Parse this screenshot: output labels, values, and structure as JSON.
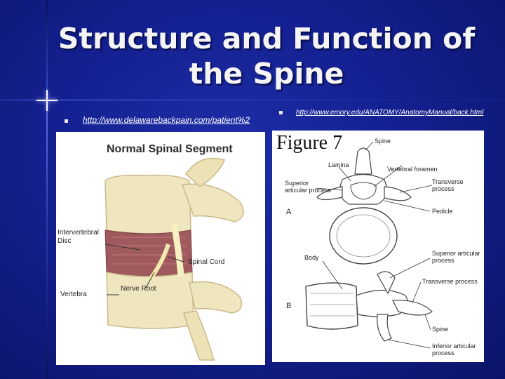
{
  "slide": {
    "title": "Structure and Function of the Spine"
  },
  "links": [
    {
      "text": "http://www.delawarebackpain.com/patient%2"
    },
    {
      "text": "http://www.emory.edu/ANATOMY/AnatomyManual/back.html"
    }
  ],
  "left_figure": {
    "heading": "Normal Spinal Segment",
    "labels": {
      "disc": "Intervertebral Disc",
      "spinal_cord": "Spinal Cord",
      "nerve_root": "Nerve Root",
      "vertebra": "Vertebra"
    }
  },
  "right_figure": {
    "heading": "Figure 7",
    "labels": {
      "spine_top": "Spine",
      "lamina": "Lamina",
      "vertebral_foramen": "Vertebral foramen",
      "superior_articular_process_1": "Superior articular process",
      "transverse_process_1": "Transverse process",
      "a": "A",
      "pedicle": "Pedicle",
      "superior_articular_process_2": "Superior articular process",
      "body": "Body",
      "transverse_process_2": "Transverse process",
      "b": "B",
      "spine_bottom": "Spine",
      "inferior_articular_process": "Inferior articular process"
    }
  },
  "colors": {
    "background": "#142090",
    "title": "#f4f4f4",
    "bone": "#efe6bf",
    "disc": "#a05a5e"
  }
}
